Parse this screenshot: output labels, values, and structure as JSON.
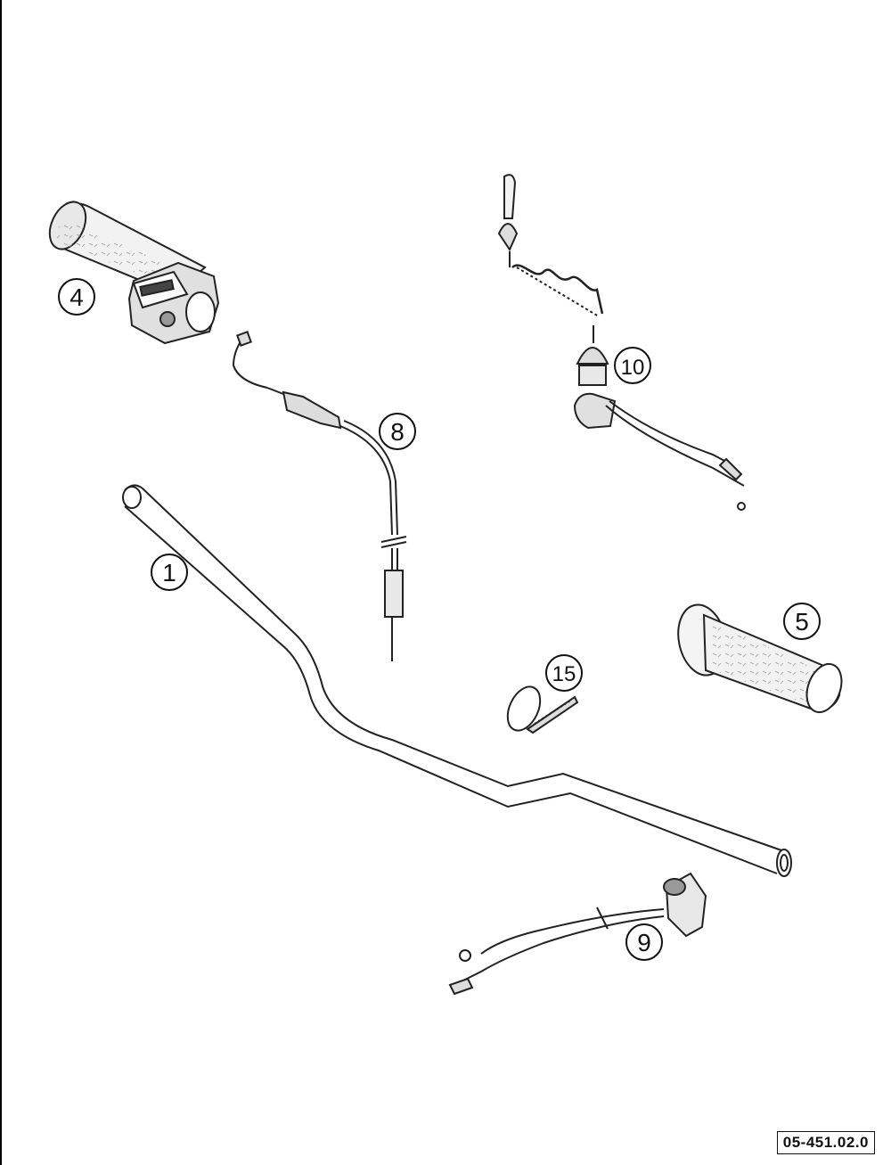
{
  "diagram": {
    "callouts": [
      {
        "id": "c4",
        "label": "4"
      },
      {
        "id": "c8",
        "label": "8"
      },
      {
        "id": "c10",
        "label": "10"
      },
      {
        "id": "c1",
        "label": "1"
      },
      {
        "id": "c5",
        "label": "5"
      },
      {
        "id": "c15",
        "label": "15"
      },
      {
        "id": "c9",
        "label": "9"
      }
    ],
    "reference_code": "05-451.02.0"
  }
}
